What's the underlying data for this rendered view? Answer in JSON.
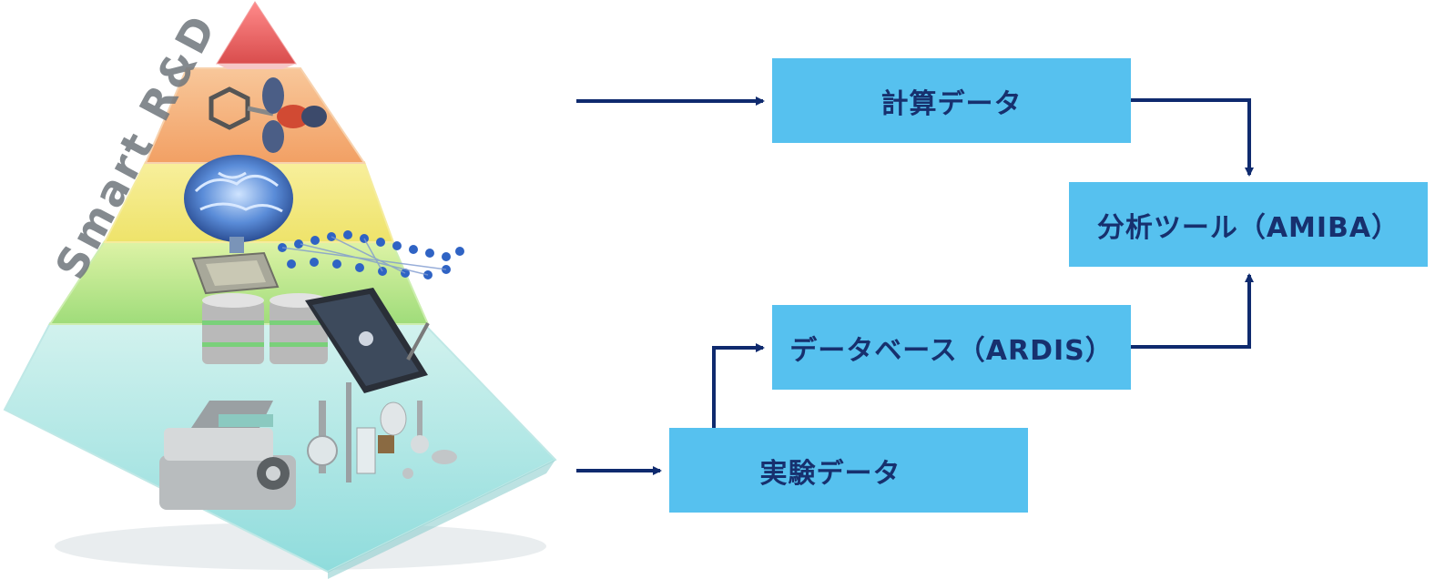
{
  "illustration": {
    "brand_text": "Smart R&D",
    "tier_colors": [
      "#e06060",
      "#f2a86a",
      "#f1e27a",
      "#b9e58a",
      "#9fe0df"
    ]
  },
  "flow": {
    "calc_data": "計算データ",
    "analysis_tool": "分析ツール（AMIBA）",
    "database": "データベース（ARDIS）",
    "experiment_data": "実験データ"
  },
  "colors": {
    "box_fill": "#56c1ef",
    "box_text": "#17306e",
    "arrow": "#0f2a6e"
  }
}
